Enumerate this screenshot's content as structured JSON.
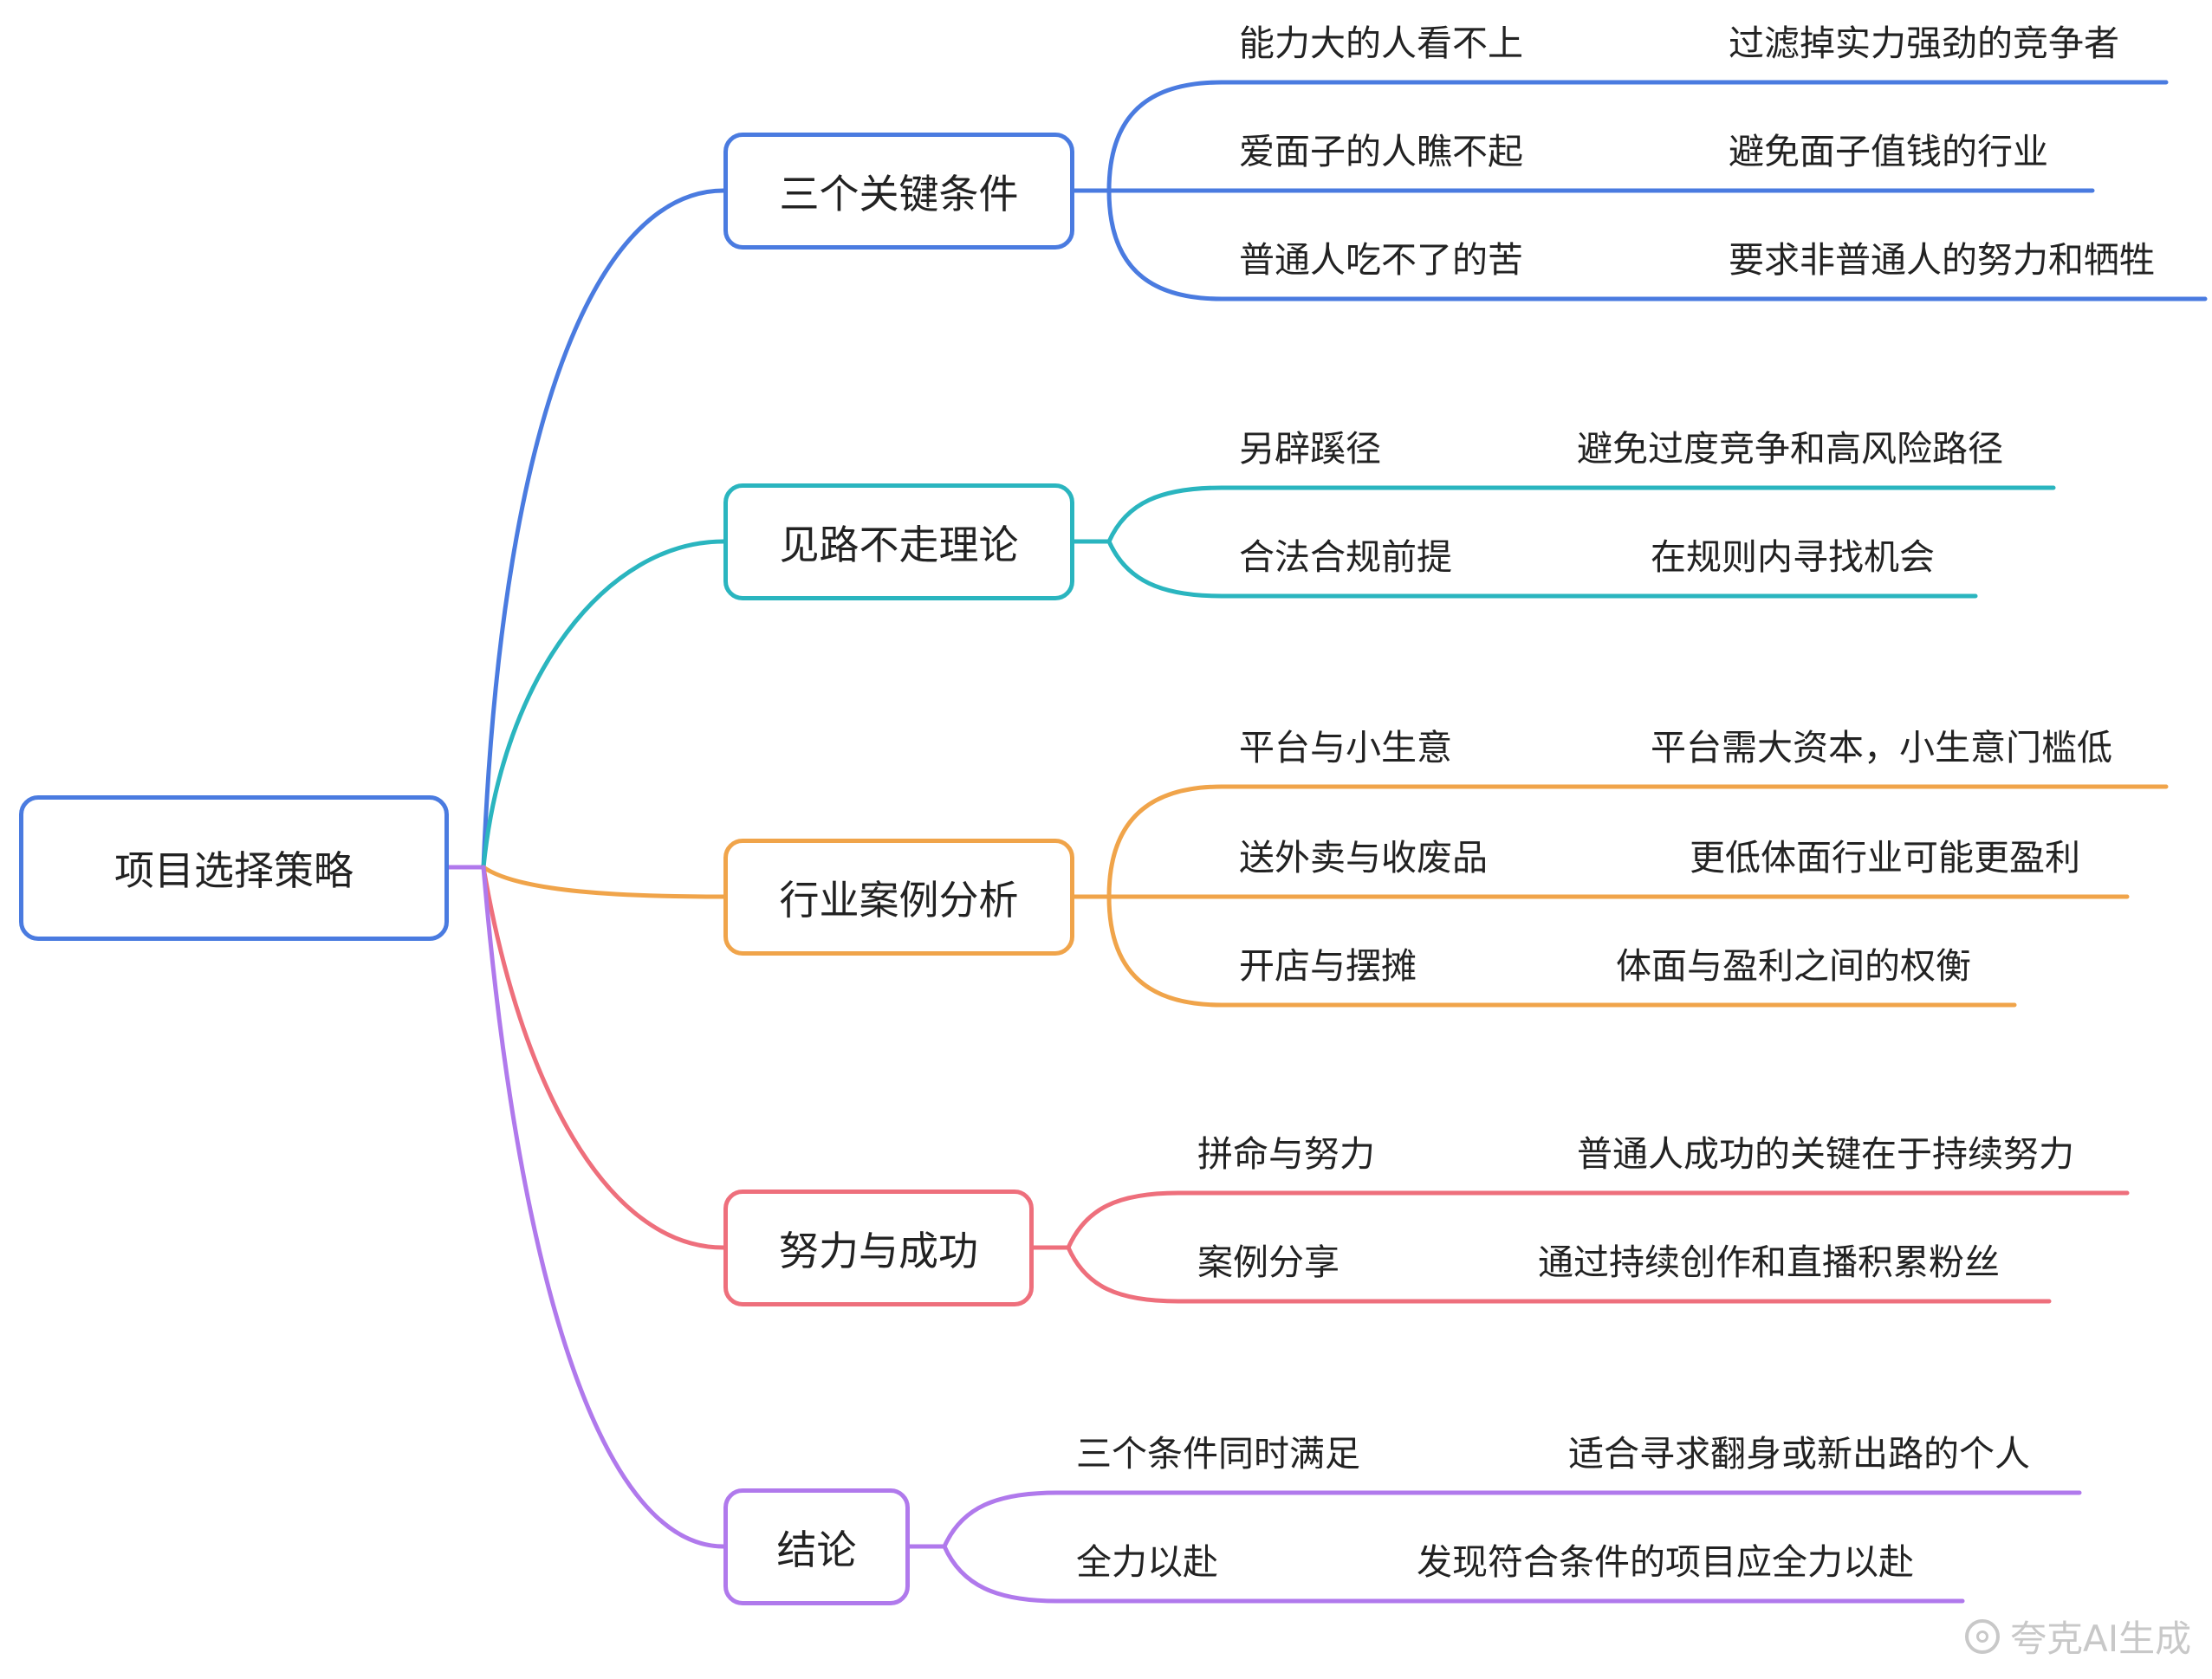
{
  "colors": {
    "root": "#4a7be0",
    "b1": "#4a7be0",
    "b2": "#2ab5bf",
    "b3": "#f0a44a",
    "b4": "#ee6f7c",
    "b5": "#b079ec"
  },
  "root": {
    "label": "项目选择策略"
  },
  "branches": [
    {
      "label": "三个关键条件",
      "children": [
        {
          "topic": "能力大的人看不上",
          "detail": "过滤掉实力强劲的竞争者"
        },
        {
          "topic": "爱面子的人瞧不起",
          "detail": "避免面子值钱的行业"
        },
        {
          "topic": "普通人吃不了的苦",
          "detail": "要求非普通人的努力和牺牲"
        }
      ]
    },
    {
      "label": "见路不走理论",
      "children": [
        {
          "topic": "另辟蹊径",
          "detail": "避免过度竞争和高风险路径"
        },
        {
          "topic": "合法合规前提",
          "detail": "在规则内寻找机会"
        }
      ]
    },
    {
      "label": "行业案例分析",
      "children": [
        {
          "topic": "平台与小生意",
          "detail": "平台需大资本，小生意门槛低"
        },
        {
          "topic": "送外卖与收废品",
          "detail": "更低体面行业可能更盈利"
        },
        {
          "topic": "开店与摆摊",
          "detail": "体面与盈利之间的权衡"
        }
      ]
    },
    {
      "label": "努力与成功",
      "children": [
        {
          "topic": "拼命与努力",
          "detail": "普通人成功的关键在于持续努力"
        },
        {
          "topic": "案例分享",
          "detail": "通过持续创作和直播积累粉丝"
        }
      ]
    },
    {
      "label": "结论",
      "children": [
        {
          "topic": "三个条件同时满足",
          "detail": "适合寻求翻身或新出路的个人"
        },
        {
          "topic": "全力以赴",
          "detail": "发现符合条件的项目应全力以赴"
        }
      ]
    }
  ],
  "watermark": {
    "text": "夸克AI生成"
  }
}
